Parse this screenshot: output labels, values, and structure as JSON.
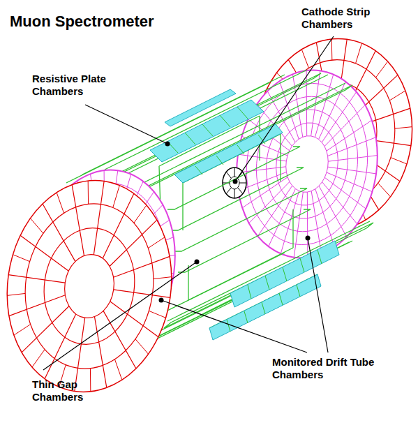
{
  "diagram": {
    "title": "Muon Spectrometer",
    "labels": [
      "Cathode Strip Chambers",
      "Resistive Plate Chambers",
      "Monitored Drift Tube Chambers",
      "Thin Gap Chambers"
    ]
  }
}
